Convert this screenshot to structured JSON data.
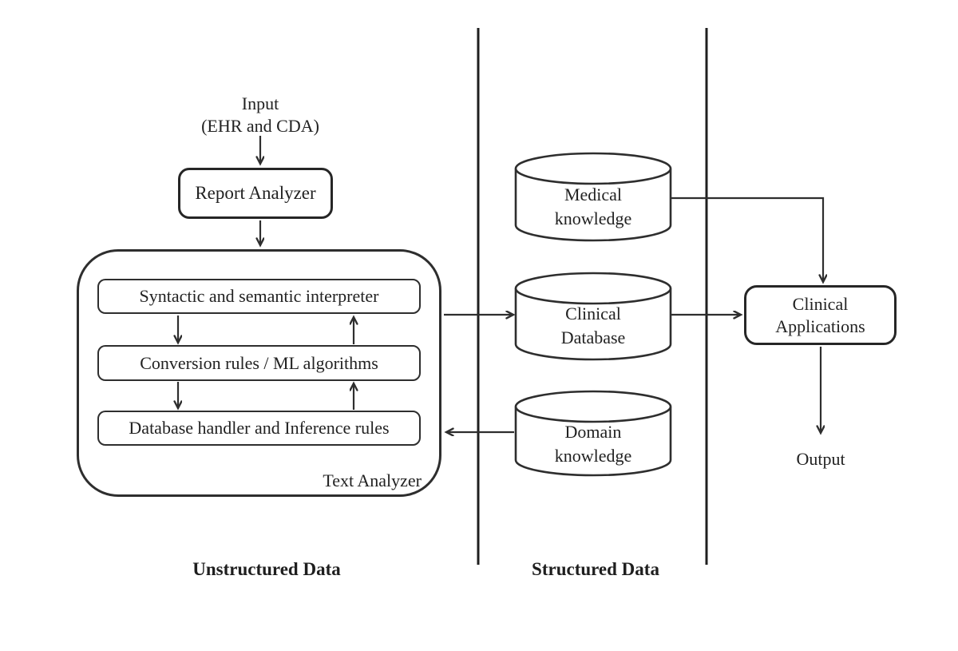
{
  "diagram": {
    "input": {
      "line1": "Input",
      "line2": "(EHR and CDA)"
    },
    "report_analyzer_label": "Report Analyzer",
    "text_analyzer": {
      "label": "Text Analyzer",
      "boxes": [
        "Syntactic and semantic interpreter",
        "Conversion rules / ML algorithms",
        "Database handler and Inference rules"
      ]
    },
    "databases": {
      "medical": {
        "line1": "Medical",
        "line2": "knowledge"
      },
      "clinical": {
        "line1": "Clinical",
        "line2": "Database"
      },
      "domain": {
        "line1": "Domain",
        "line2": "knowledge"
      }
    },
    "clinical_applications": {
      "line1": "Clinical",
      "line2": "Applications"
    },
    "output_label": "Output",
    "sections": {
      "unstructured": "Unstructured Data",
      "structured": "Structured Data"
    },
    "colors": {
      "line": "#2e2e2e",
      "text": "#222222",
      "background": "#ffffff"
    }
  }
}
